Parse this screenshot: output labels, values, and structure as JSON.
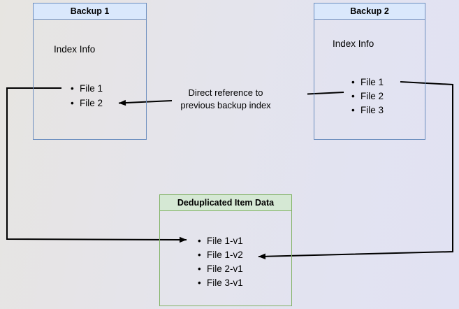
{
  "backup1": {
    "title": "Backup 1",
    "section_label": "Index Info",
    "items": [
      "File 1",
      "File 2"
    ]
  },
  "backup2": {
    "title": "Backup 2",
    "section_label": "Index Info",
    "items": [
      "File 1",
      "File 2",
      "File 3"
    ]
  },
  "dedup": {
    "title": "Deduplicated Item Data",
    "items": [
      "File 1-v1",
      "File 1-v2",
      "File 2-v1",
      "File 3-v1"
    ]
  },
  "annotation": {
    "line1": "Direct reference to",
    "line2": "previous backup index"
  },
  "colors": {
    "backup_header_fill": "#dae8fc",
    "backup_border": "#6c8ebf",
    "dedup_header_fill": "#d5e8d4",
    "dedup_border": "#82b366",
    "arrow": "#000000"
  }
}
